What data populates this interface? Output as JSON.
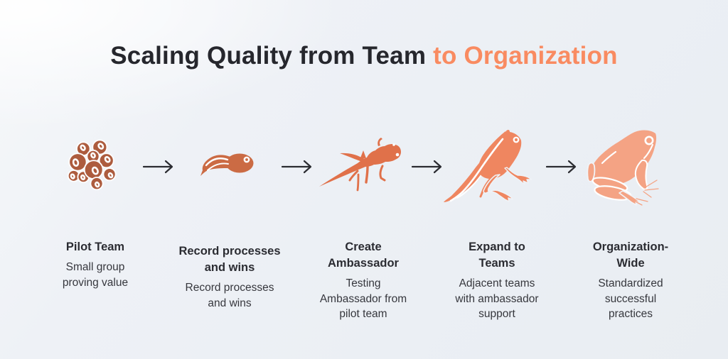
{
  "title": {
    "dark": "Scaling Quality from Team",
    "accent": "to Organization"
  },
  "stages": [
    {
      "icon": "frog-eggs",
      "icon_color": "#ad5c3e",
      "title": "Pilot Team",
      "description": "Small group\nproving value"
    },
    {
      "icon": "tadpole",
      "icon_color": "#cb6b44",
      "title": "Record processes\nand wins",
      "description": "Record processes\nand wins"
    },
    {
      "icon": "tadpole-with-legs",
      "icon_color": "#e0714a",
      "title": "Create\nAmbassador",
      "description": "Testing\nAmbassador from\npilot team"
    },
    {
      "icon": "froglet-with-tail",
      "icon_color": "#ef8660",
      "title": "Expand to\nTeams",
      "description": "Adjacent teams\nwith ambassador\nsupport"
    },
    {
      "icon": "adult-frog",
      "icon_color": "#f4a384",
      "title": "Organization-\nWide",
      "description": "Standardized\nsuccessful\npractices"
    }
  ],
  "arrow_color": "#2b2c31",
  "background_color": "#edf1f5"
}
